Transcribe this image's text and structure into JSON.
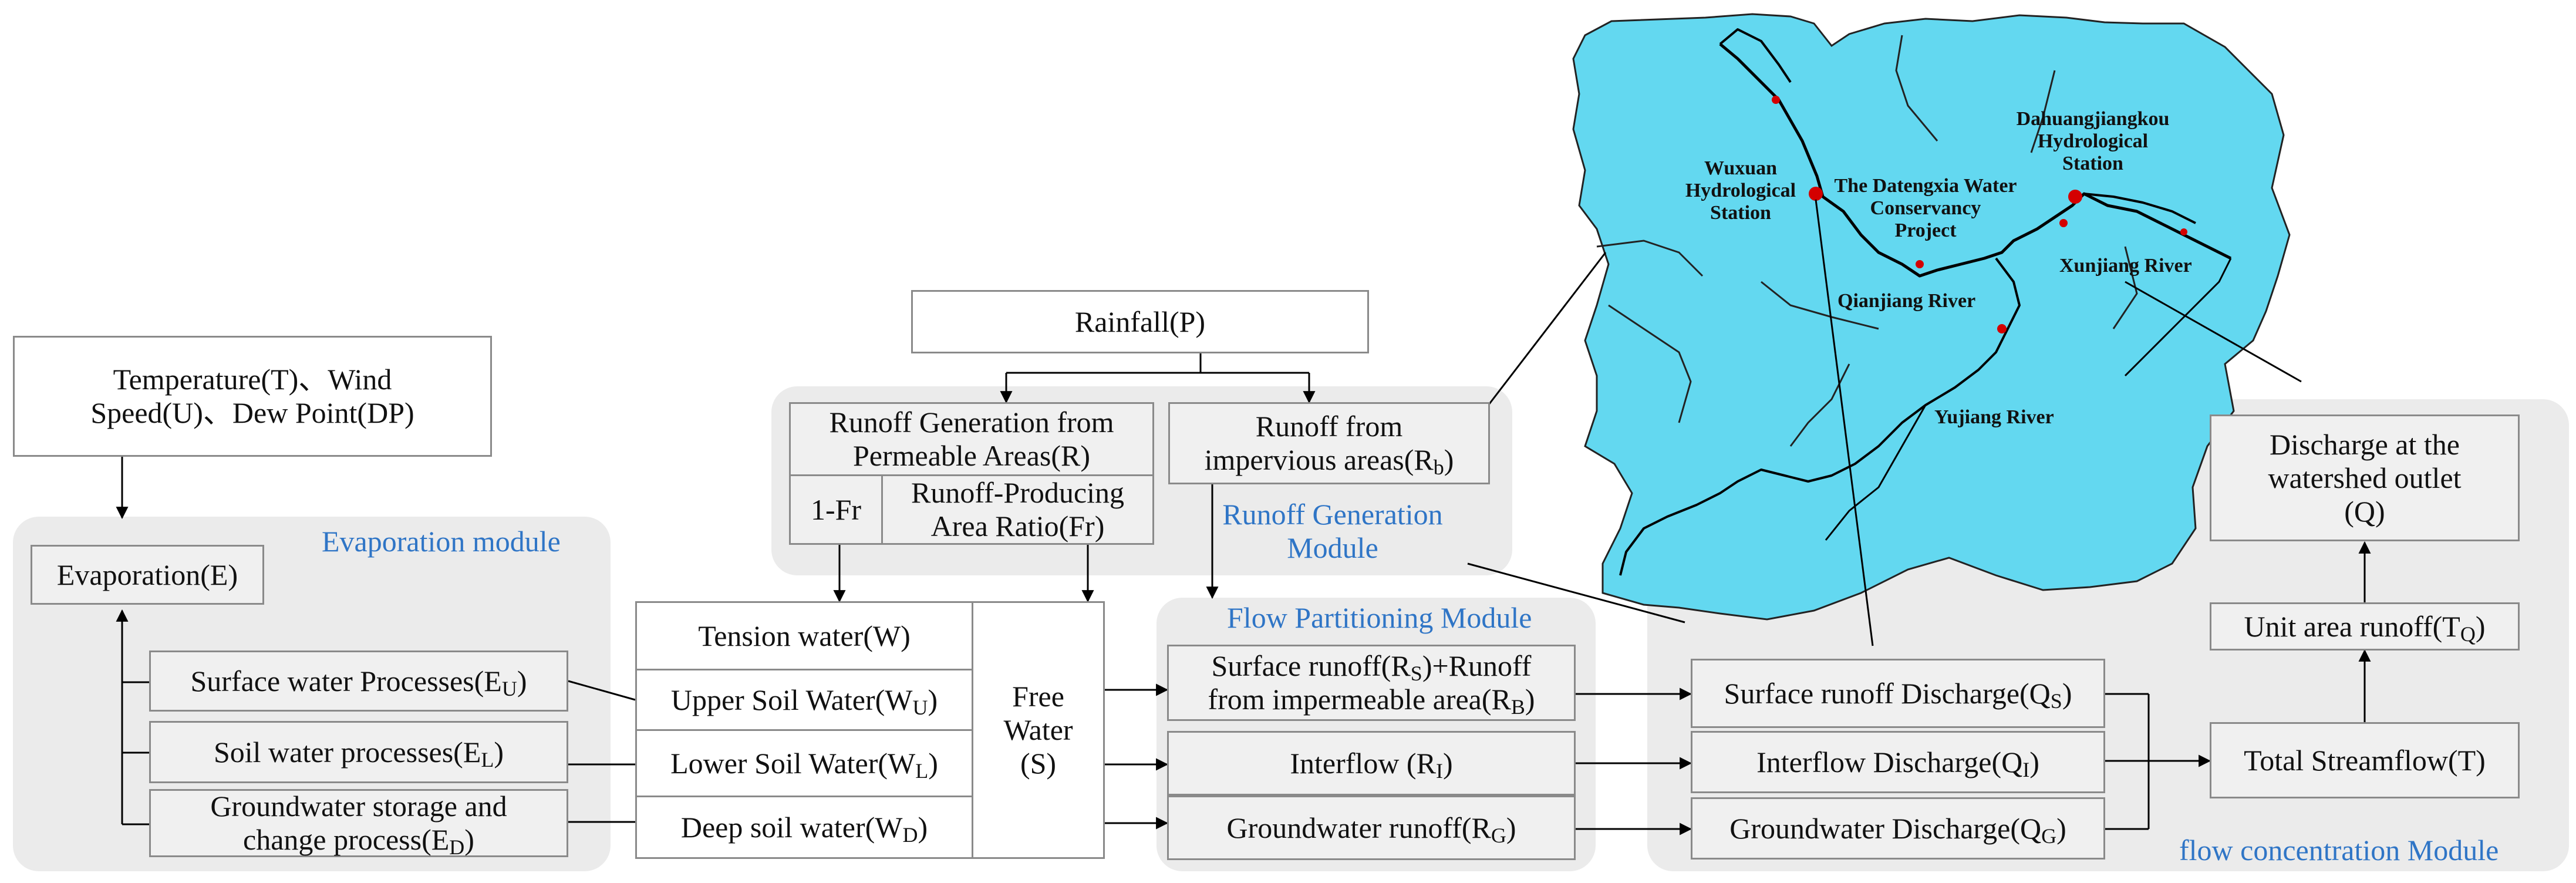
{
  "modules": {
    "evaporation": "Evaporation module",
    "runoff_generation": [
      "Runoff Generation",
      "Module"
    ],
    "flow_partitioning": "Flow Partitioning Module",
    "flow_concentration": "flow concentration Module"
  },
  "inputs": {
    "weather": [
      "Temperature(T)、Wind",
      "Speed(U)、Dew Point(DP)"
    ],
    "rainfall": "Rainfall(P)"
  },
  "evaporation": {
    "main": "Evaporation(E)",
    "surface": {
      "text": "Surface water Processes(E",
      "sub": "U",
      "end": ")"
    },
    "soil": {
      "text": "Soil water processes(E",
      "sub": "L",
      "end": ")"
    },
    "groundwater": {
      "line1": "Groundwater storage and",
      "line2": "change process(E",
      "sub": "D",
      "end": ")"
    }
  },
  "runoff_generation": {
    "permeable": [
      "Runoff Generation from",
      "Permeable Areas(R)"
    ],
    "one_minus_fr": "1-Fr",
    "fr": [
      "Runoff-Producing",
      "Area Ratio(Fr)"
    ],
    "impervious": {
      "line1": "Runoff from",
      "line2": "impervious areas(R",
      "sub": "b",
      "end": ")"
    }
  },
  "soil_storage": {
    "tension": "Tension water(W)",
    "upper": {
      "text": "Upper Soil Water(W",
      "sub": "U",
      "end": ")"
    },
    "lower": {
      "text": "Lower Soil Water(W",
      "sub": "L",
      "end": ")"
    },
    "deep": {
      "text": "Deep soil water(W",
      "sub": "D",
      "end": ")"
    },
    "free_water": [
      "Free",
      "Water",
      "(S)"
    ]
  },
  "flow_partitioning": {
    "surface": {
      "line1a": "Surface runoff(R",
      "sub1": "S",
      "line1b": ")+Runoff",
      "line2a": "from impermeable area(R",
      "sub2": "B",
      "line2b": ")"
    },
    "interflow": {
      "text": "Interflow (R",
      "sub": "I",
      "end": ")"
    },
    "groundwater": {
      "text": "Groundwater runoff(R",
      "sub": "G",
      "end": ")"
    }
  },
  "flow_concentration": {
    "surface": {
      "text": "Surface runoff Discharge(Q",
      "sub": "S",
      "end": ")"
    },
    "interflow": {
      "text": "Interflow Discharge(Q",
      "sub": "I",
      "end": ")"
    },
    "groundwater": {
      "text": "Groundwater Discharge(Q",
      "sub": "G",
      "end": ")"
    },
    "total": "Total Streamflow(T)",
    "unit_area": {
      "text": "Unit area runoff(T",
      "sub": "Q",
      "end": ")"
    },
    "outlet": [
      "Discharge at the",
      "watershed outlet",
      "(Q)"
    ]
  },
  "map": {
    "fill_color": "#63d8f0",
    "river_color": "#000000",
    "station_color": "#d40000",
    "labels": {
      "wuxuan": [
        "Wuxuan",
        "Hydrological",
        "Station"
      ],
      "datengxia": [
        "The Datengxia Water",
        "Conservancy",
        "Project"
      ],
      "dahuangjiangkou": [
        "Dahuangjiangkou",
        "Hydrological",
        "Station"
      ],
      "xunjiang": "Xunjiang River",
      "qianjiang": "Qianjiang River",
      "yujiang": "Yujiang River"
    }
  },
  "colors": {
    "module_label": "#2f75c6",
    "region": "#ebebeb",
    "box_border": "#8a8a8a"
  }
}
